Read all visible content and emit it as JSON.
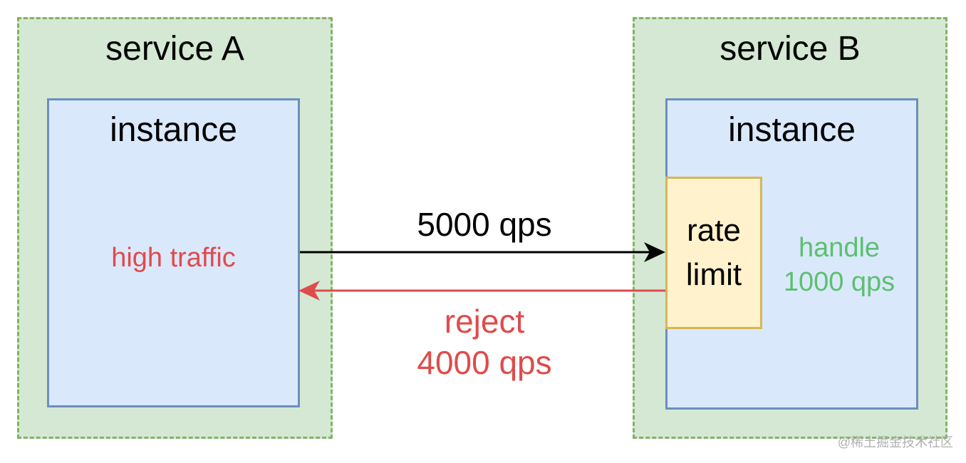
{
  "service_a": {
    "title": "service A",
    "instance": {
      "title": "instance",
      "status": "high traffic"
    }
  },
  "service_b": {
    "title": "service B",
    "instance": {
      "title": "instance",
      "rate_limit": {
        "line1": "rate",
        "line2": "limit"
      },
      "handle": {
        "line1": "handle",
        "line2": "1000 qps"
      }
    }
  },
  "request_arrow": {
    "label": "5000 qps"
  },
  "reject_arrow": {
    "line1": "reject",
    "line2": "4000 qps"
  },
  "watermark": "@稀土掘金技术社区",
  "colors": {
    "service_fill": "#d5e8d4",
    "service_border": "#82b366",
    "instance_fill": "#dae8fc",
    "instance_border": "#6c8ebf",
    "rate_limit_fill": "#fff2cc",
    "rate_limit_border": "#d6b656",
    "reject": "#e04b4b",
    "handle": "#5cc06e"
  }
}
